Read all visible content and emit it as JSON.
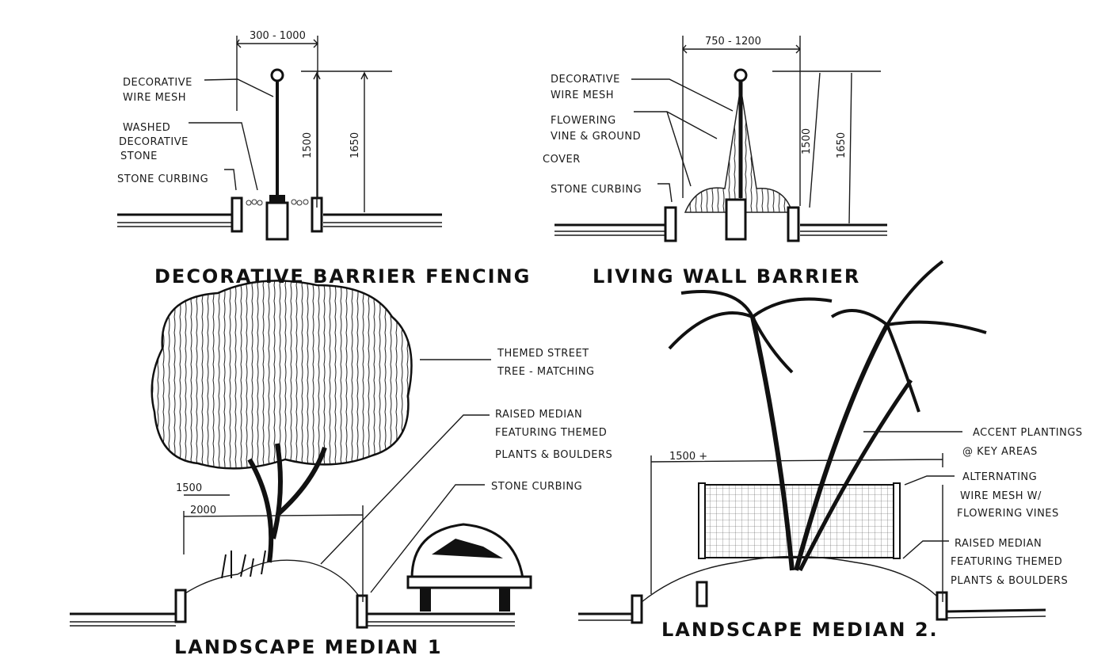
{
  "sections": [
    {
      "title": "DECORATIVE BARRIER FENCING",
      "width_dim": "300 - 1000",
      "height_dims": [
        "1500",
        "1650"
      ],
      "labels": [
        [
          "DECORATIVE",
          "WIRE MESH"
        ],
        [
          "WASHED",
          "DECORATIVE",
          "STONE"
        ],
        [
          "STONE CURBING"
        ]
      ]
    },
    {
      "title": "LIVING WALL BARRIER",
      "width_dim": "750 - 1200",
      "height_dims": [
        "1500",
        "1650"
      ],
      "labels": [
        [
          "DECORATIVE",
          "WIRE MESH"
        ],
        [
          "FLOWERING",
          "VINE & GROUND",
          "COVER"
        ],
        [
          "STONE CURBING"
        ]
      ]
    },
    {
      "title": "LANDSCAPE MEDIAN 1",
      "dims": [
        "1500",
        "2000"
      ],
      "labels": [
        [
          "THEMED STREET",
          "TREE - MATCHING"
        ],
        [
          "RAISED MEDIAN",
          "FEATURING THEMED",
          "PLANTS & BOULDERS"
        ],
        [
          "STONE CURBING"
        ]
      ]
    },
    {
      "title": "LANDSCAPE MEDIAN 2.",
      "dims": [
        "1500 +"
      ],
      "labels": [
        [
          "ACCENT PLANTINGS",
          "@ KEY AREAS"
        ],
        [
          "ALTERNATING",
          "WIRE MESH W/",
          "FLOWERING VINES"
        ],
        [
          "RAISED MEDIAN",
          "FEATURING THEMED",
          "PLANTS & BOULDERS"
        ]
      ]
    }
  ]
}
